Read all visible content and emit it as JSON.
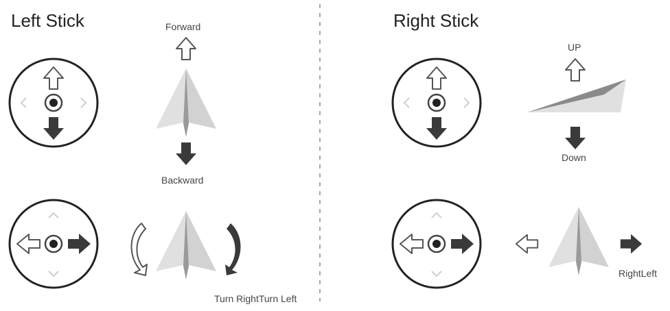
{
  "left_panel": {
    "title": "Left Stick",
    "labels": {
      "forward": "Forward",
      "backward": "Backward",
      "turn": "Turn RightTurn Left"
    }
  },
  "right_panel": {
    "title": "Right Stick",
    "labels": {
      "up": "UP",
      "down": "Down",
      "right_left": "RightLeft"
    }
  },
  "colors": {
    "arrow_dark": "#3a3a3a",
    "arrow_outline": "#555555",
    "plane_light": "#e2e2e2",
    "plane_mid": "#cfcfcf",
    "plane_dark": "#8a8a8a",
    "divider": "#888888"
  },
  "icons": [
    "joystick-icon",
    "up-arrow-icon",
    "down-arrow-icon",
    "left-arrow-icon",
    "right-arrow-icon",
    "paper-plane-icon",
    "rotate-arrow-icon",
    "chevron-icon"
  ]
}
